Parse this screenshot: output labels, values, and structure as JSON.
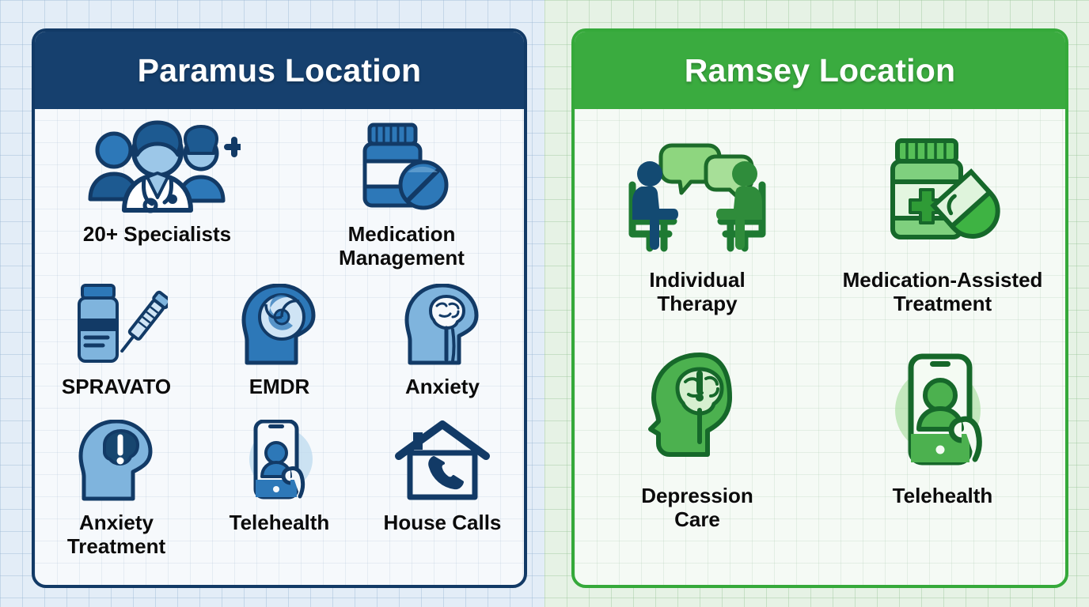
{
  "background": {
    "left_color": "#e3edf7",
    "right_color": "#e6f2e5",
    "grid": "graph-paper"
  },
  "panels": [
    {
      "id": "paramus",
      "title": "Paramus Location",
      "header_color": "#16406e",
      "border_color": "#123a66",
      "body_color": "#f6f9fc",
      "accent": "#2b7cc0",
      "rows": [
        {
          "columns": 2,
          "items": [
            {
              "label": "20+ Specialists",
              "icon": "specialists-group-icon"
            },
            {
              "label": "Medication\nManagement",
              "icon": "pill-bottle-tablet-icon"
            }
          ]
        },
        {
          "columns": 3,
          "items": [
            {
              "label": "SPRAVATO",
              "icon": "vial-syringe-icon"
            },
            {
              "label": "EMDR",
              "icon": "head-spiral-icon"
            },
            {
              "label": "Anxiety",
              "icon": "head-brain-icon"
            }
          ]
        },
        {
          "columns": 3,
          "items": [
            {
              "label": "Anxiety\nTreatment",
              "icon": "head-exclamation-icon"
            },
            {
              "label": "Telehealth",
              "icon": "phone-hand-person-icon"
            },
            {
              "label": "House Calls",
              "icon": "house-phone-icon"
            }
          ]
        }
      ]
    },
    {
      "id": "ramsey",
      "title": "Ramsey Location",
      "header_color": "#3aab3f",
      "border_color": "#35a93a",
      "body_color": "#f5faf5",
      "accent": "#3aab3f",
      "rows": [
        {
          "columns": 2,
          "items": [
            {
              "label": "Individual\nTherapy",
              "icon": "therapy-session-icon"
            },
            {
              "label": "Medication-Assisted\nTreatment",
              "icon": "pill-bottle-capsule-icon"
            }
          ]
        },
        {
          "columns": 2,
          "items": [
            {
              "label": "Depression\nCare",
              "icon": "head-brain-exclamation-icon"
            },
            {
              "label": "Telehealth",
              "icon": "phone-hand-person-icon"
            }
          ]
        }
      ]
    }
  ]
}
